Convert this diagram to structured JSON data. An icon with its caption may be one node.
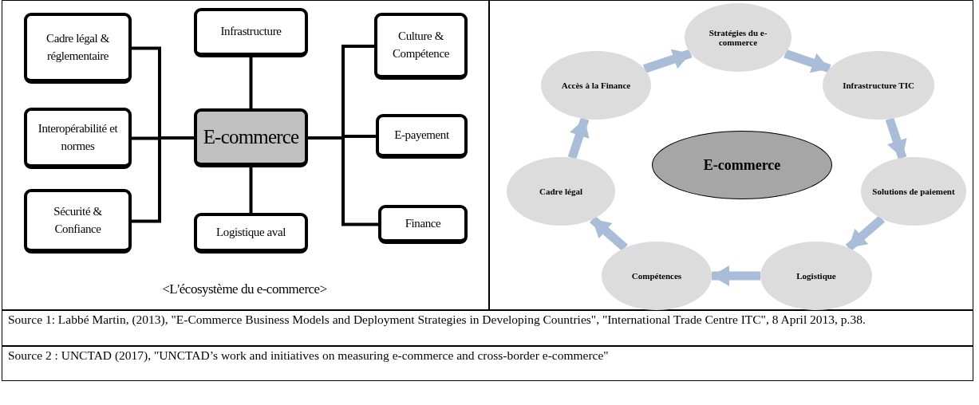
{
  "diagram": {
    "nodes": [
      {
        "text": [
          "Cadre légal & réglementaire"
        ]
      },
      {
        "text": [
          "Infrastructure"
        ]
      },
      {
        "text": [
          "Culture & Compétence"
        ]
      },
      {
        "text": [
          "Interopérabilité et normes"
        ]
      },
      {
        "text": [
          "E-commerce"
        ]
      },
      {
        "text": [
          "E-payement"
        ]
      },
      {
        "text": [
          "Sécurité & Confiance"
        ]
      },
      {
        "text": [
          "Logistique aval"
        ]
      },
      {
        "text": [
          "Finance"
        ]
      },
      {
        "text": [
          "Stratégies du e-commerce"
        ]
      },
      {
        "text": [
          "Accès à la Finance"
        ]
      },
      {
        "text": [
          "Infrastructure TIC"
        ]
      },
      {
        "text": [
          "E-commerce"
        ]
      },
      {
        "text": [
          "Cadre légal"
        ]
      },
      {
        "text": [
          "Solutions de paiement"
        ]
      },
      {
        "text": [
          "Compétences"
        ]
      },
      {
        "text": [
          "Logistique"
        ]
      }
    ],
    "edges": [
      {
        "from": 4,
        "to": 0,
        "arrow": "none"
      },
      {
        "from": 4,
        "to": 1,
        "arrow": "none"
      },
      {
        "from": 4,
        "to": 2,
        "arrow": "none"
      },
      {
        "from": 4,
        "to": 3,
        "arrow": "none"
      },
      {
        "from": 4,
        "to": 5,
        "arrow": "none"
      },
      {
        "from": 4,
        "to": 6,
        "arrow": "none"
      },
      {
        "from": 4,
        "to": 7,
        "arrow": "none"
      },
      {
        "from": 4,
        "to": 8,
        "arrow": "none"
      },
      {
        "from": 9,
        "to": 11,
        "arrow": "to",
        "style": "thick",
        "color": "#a9bcd8"
      },
      {
        "from": 11,
        "to": 14,
        "arrow": "to",
        "style": "thick",
        "color": "#a9bcd8"
      },
      {
        "from": 14,
        "to": 16,
        "arrow": "to",
        "style": "thick",
        "color": "#a9bcd8"
      },
      {
        "from": 16,
        "to": 15,
        "arrow": "to",
        "style": "thick",
        "color": "#a9bcd8"
      },
      {
        "from": 15,
        "to": 13,
        "arrow": "to",
        "style": "thick",
        "color": "#a9bcd8"
      },
      {
        "from": 13,
        "to": 10,
        "arrow": "to",
        "style": "thick",
        "color": "#a9bcd8"
      },
      {
        "from": 10,
        "to": 9,
        "arrow": "to",
        "style": "thick",
        "color": "#a9bcd8"
      }
    ],
    "labels": [
      "<L'écosystème du e-commerce>",
      "Source 1: Labbé Martin, (2013), \"E-Commerce Business Models and Deployment Strategies in Developing Countries\", \"International Trade Centre ITC\", 8 April 2013, p.38.",
      "Source 2 : UNCTAD (2017), \"UNCTAD’s work and initiatives on measuring e-commerce and cross-border e-commerce\""
    ]
  }
}
